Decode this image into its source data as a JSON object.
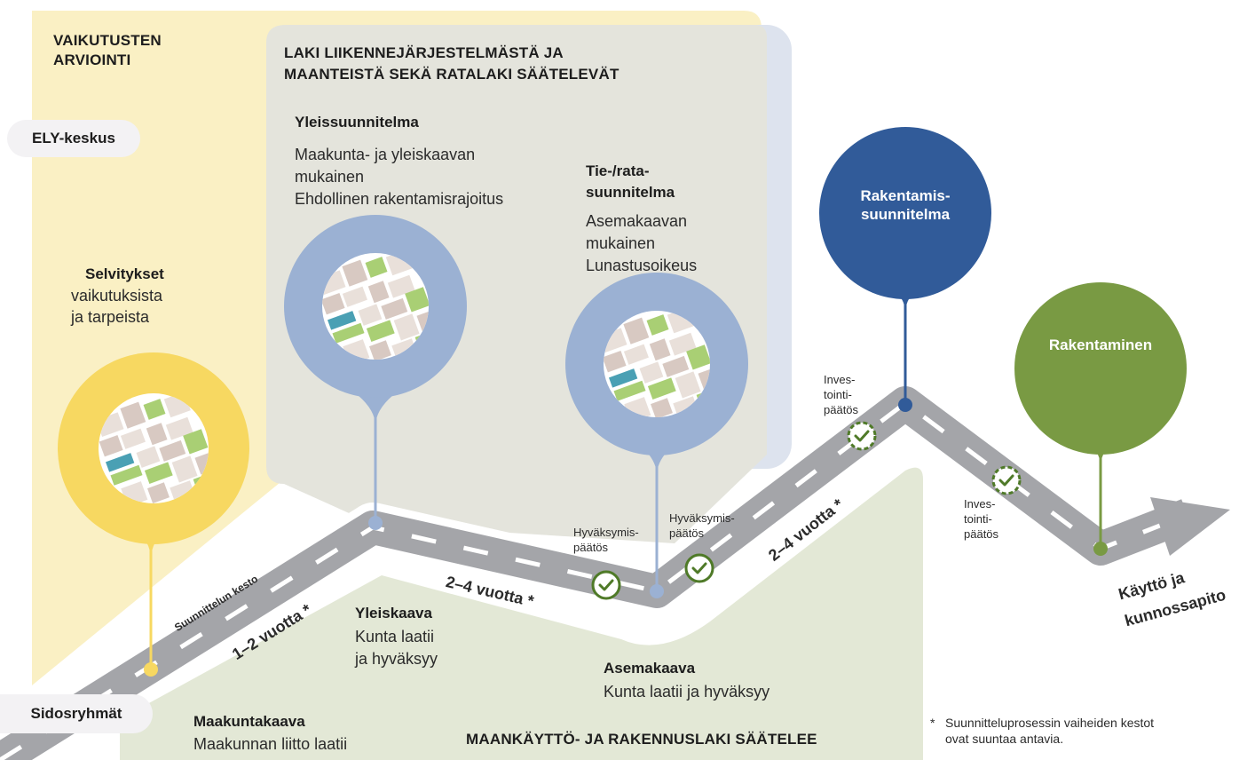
{
  "zones": {
    "assessment_title_line1": "VAIKUTUSTEN",
    "assessment_title_line2": "ARVIOINTI",
    "law_title_line1": "LAKI LIIKENNEJÄRJESTELMÄSTÄ JA",
    "law_title_line2": "MAANTEISTÄ SEKÄ RATALAKI SÄÄTELEVÄT",
    "land_use_title": "MAANKÄYTTÖ- JA RAKENNUSLAKI SÄÄTELEE"
  },
  "actors": {
    "ely": "ELY-keskus",
    "stakeholders": "Sidosryhmät"
  },
  "stages": {
    "studies": {
      "title": "Selvitykset",
      "line1": "vaikutuksista",
      "line2": "ja tarpeista"
    },
    "general_plan": {
      "title": "Yleissuunnitelma",
      "line1": "Maakunta- ja yleiskaavan",
      "line2": "mukainen",
      "line3": "Ehdollinen rakentamisrajoitus"
    },
    "road_plan": {
      "title_line1": "Tie-/rata-",
      "title_line2": "suunnitelma",
      "line1": "Asemakaavan",
      "line2": "mukainen",
      "line3": "Lunastusoikeus"
    },
    "construction_plan": {
      "line1": "Rakentamis-",
      "line2": "suunnitelma"
    },
    "construction": {
      "label": "Rakentaminen"
    },
    "operation": {
      "line1": "Käyttö ja",
      "line2": "kunnossapito"
    }
  },
  "decisions": {
    "approval_1": {
      "line1": "Hyväksymis-",
      "line2": "päätös"
    },
    "approval_2": {
      "line1": "Hyväksymis-",
      "line2": "päätös"
    },
    "investment_1": {
      "line1": "Inves-",
      "line2": "tointi-",
      "line3": "päätös"
    },
    "investment_2": {
      "line1": "Inves-",
      "line2": "tointi-",
      "line3": "päätös"
    }
  },
  "durations": {
    "label": "Suunnittelun kesto",
    "d1": "1–2 vuotta *",
    "d2": "2–4 vuotta *",
    "d3": "2–4 vuotta *"
  },
  "land_use_plans": {
    "regional": {
      "title": "Maakuntakaava",
      "line1": "Maakunnan liitto laatii"
    },
    "general": {
      "title": "Yleiskaava",
      "line1": "Kunta laatii",
      "line2": "ja hyväksyy"
    },
    "detailed": {
      "title": "Asemakaava",
      "line1": "Kunta laatii ja hyväksyy"
    }
  },
  "footnote": {
    "mark": "*",
    "line1": "Suunnitteluprosessin vaiheiden kestot",
    "line2": "ovat suuntaa antavia."
  },
  "colors": {
    "assessment_bg": "#faf0c4",
    "law_bg": "#e4e4dc",
    "law_shadow": "#dde3ee",
    "land_use_bg": "#e3e8d6",
    "road": "#a4a5a9",
    "yellow_pin": "#f7d861",
    "blue_pin": "#9bb1d3",
    "dark_blue_pin": "#315b99",
    "green_pin": "#799a43",
    "check_green": "#4f7a28"
  },
  "icons": {
    "map": "map-icon",
    "check": "check-circle-icon",
    "arrow": "arrow-right-icon"
  }
}
